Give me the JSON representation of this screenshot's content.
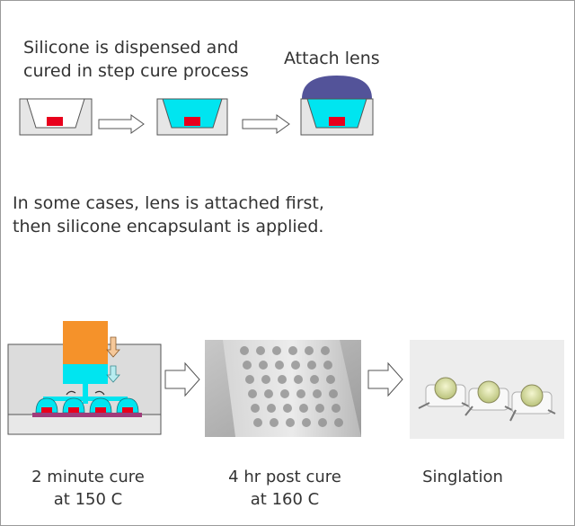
{
  "slide": {
    "step1_text_line1": "Silicone is dispensed and",
    "step1_text_line2": "cured in step cure process",
    "attach_lens_label": "Attach lens",
    "note_line1": "In some cases, lens is attached first,",
    "note_line2": "then silicone encapsulant is applied.",
    "caption1_line1": "2 minute cure",
    "caption1_line2": "at 150 C",
    "caption2_line1": "4 hr post cure",
    "caption2_line2": "at 160 C",
    "caption3_line1": "Singlation"
  },
  "colors": {
    "package_body": "#e6e6e6",
    "package_outline": "#555555",
    "led_chip": "#e8001c",
    "silicone": "#00e5f0",
    "lens_dome": "#535399",
    "mold_block": "#f5922a",
    "substrate": "#a03c7a",
    "arrow_outline": "#555555"
  },
  "icons": [
    "right-arrow-icon",
    "down-arrow-icon"
  ]
}
